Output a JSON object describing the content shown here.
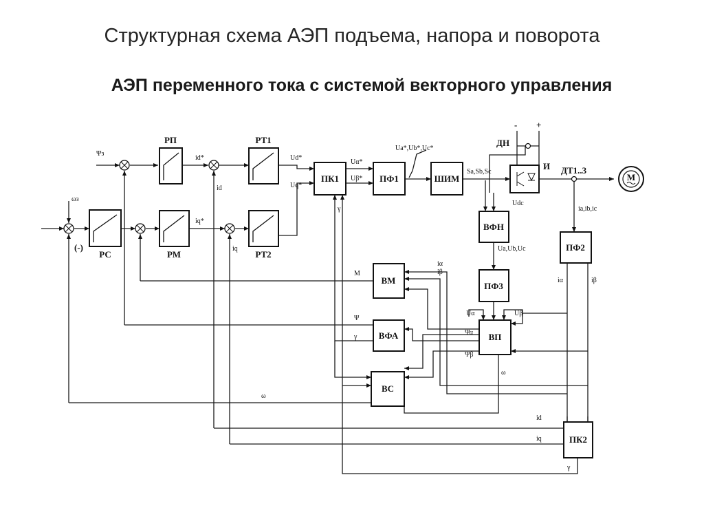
{
  "title": "Структурная схема АЭП подъема, напора и поворота",
  "subtitle": "АЭП переменного тока с системой векторного управления",
  "blocks": {
    "rp": "РП",
    "rt1": "РТ1",
    "rs": "РС",
    "rm": "РМ",
    "rt2": "РТ2",
    "pk1": "ПК1",
    "pf1": "ПФ1",
    "shim": "ШИМ",
    "vfn": "ВФН",
    "pf3": "ПФ3",
    "vp": "ВП",
    "pf2": "ПФ2",
    "vm": "ВМ",
    "vfa": "ВФА",
    "vs": "ВС",
    "pk2": "ПК2"
  },
  "labels": {
    "dn": "ДН",
    "i": "И",
    "dt": "ДТ1..3",
    "motor": "M",
    "minus": "-",
    "plus": "+",
    "neg": "(-)"
  },
  "signals": {
    "psi_z": "Ψз",
    "omega_z": "ωз",
    "id_star": "id*",
    "iq_star": "iq*",
    "id": "id",
    "iq": "iq",
    "ud_star": "Ud*",
    "uq_star": "Uq*",
    "ualpha_star": "Uα*",
    "ubeta_star": "Uβ*",
    "uabc_star": "Ua*,Ub*,Uc*",
    "sabc": "Sa,Sb,Sc",
    "udc": "Udc",
    "iabc": "ia,ib,ic",
    "uabc": "Ua,Ub,Uc",
    "gamma": "γ",
    "m": "M",
    "psi": "Ψ",
    "omega": "ω",
    "ialpha": "iα",
    "ibeta": "iβ",
    "ualpha": "Uα",
    "ubeta": "Uβ",
    "psialpha": "Ψα",
    "psibeta": "Ψβ",
    "id2": "id",
    "iq2": "iq",
    "gamma2": "γ",
    "omega2": "ω"
  }
}
